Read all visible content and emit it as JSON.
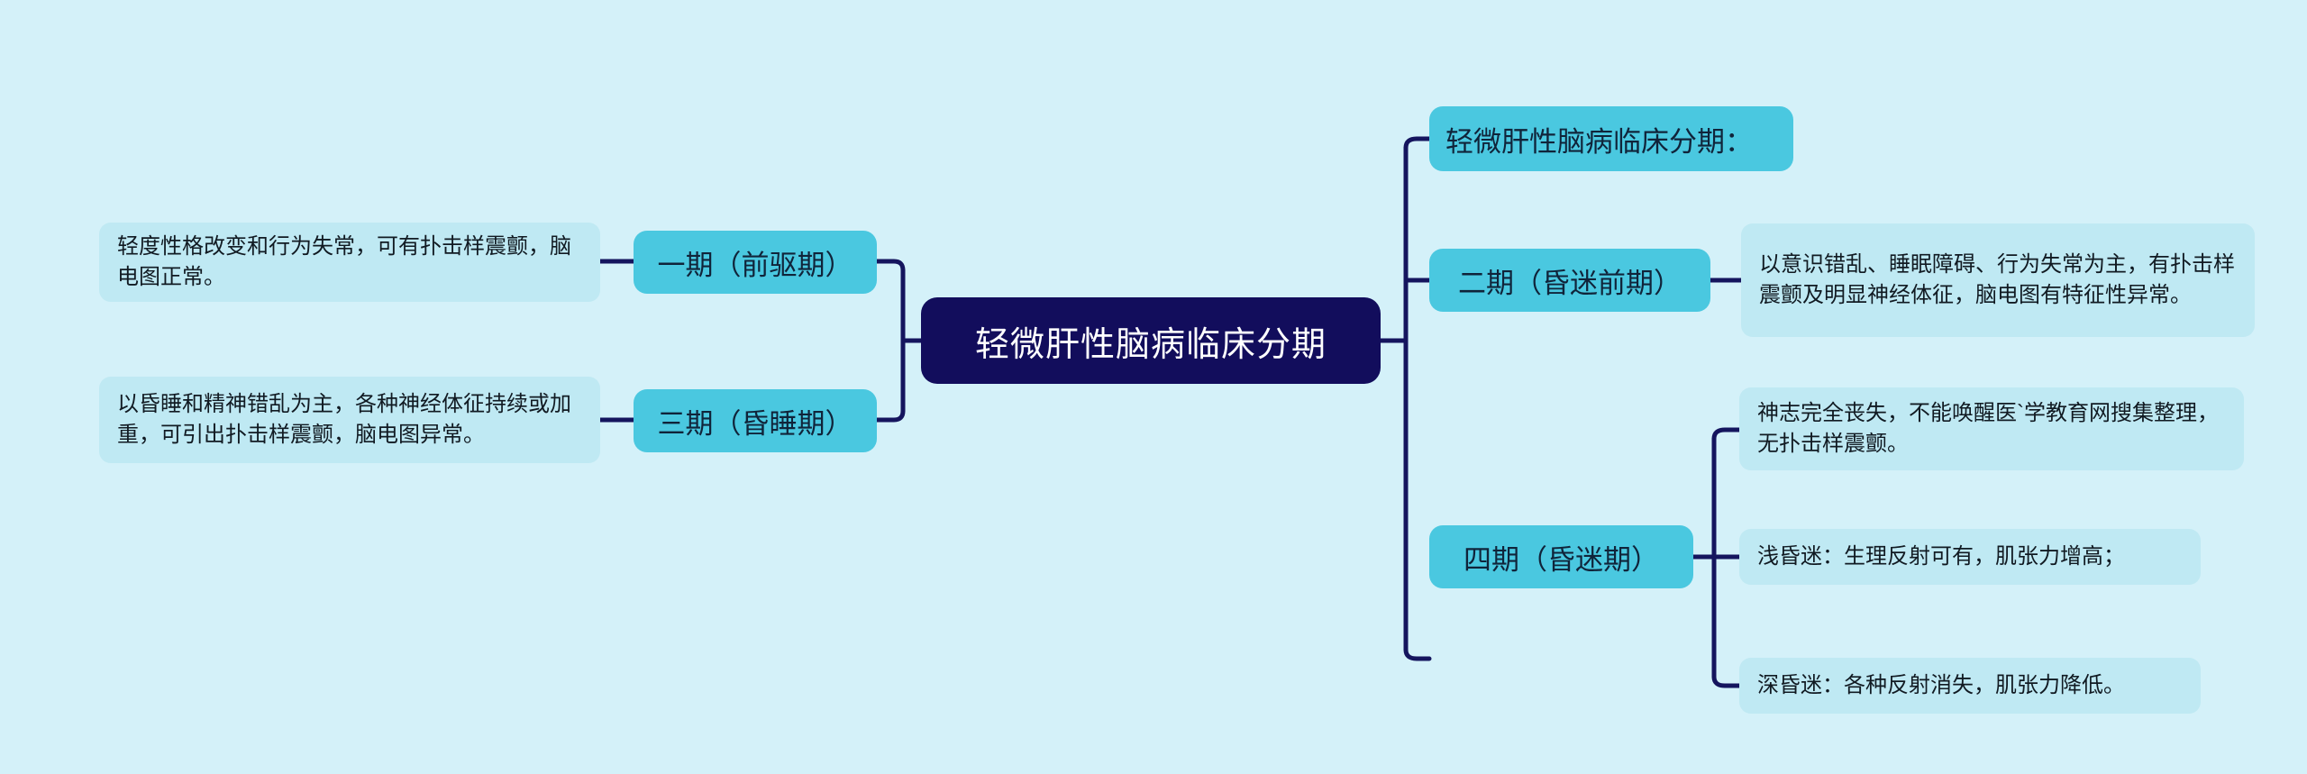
{
  "diagram": {
    "type": "mindmap",
    "background_color": "#d4f1f9",
    "root_color": "#120d5c",
    "branch_color": "#4ac8e0",
    "leaf_color": "#bfe9f3",
    "connector_color": "#15155e",
    "root": {
      "label": "轻微肝性脑病临床分期"
    },
    "left_branches": [
      {
        "label": "一期（前驱期）",
        "detail": "轻度性格改变和行为失常，可有扑击样震颤，脑电图正常。"
      },
      {
        "label": "三期（昏睡期）",
        "detail": "以昏睡和精神错乱为主，各种神经体征持续或加重，可引出扑击样震颤，脑电图异常。"
      }
    ],
    "right_branches": [
      {
        "label": "轻微肝性脑病临床分期：",
        "details": []
      },
      {
        "label": "二期（昏迷前期）",
        "details": [
          "以意识错乱、睡眠障碍、行为失常为主，有扑击样震颤及明显神经体征，脑电图有特征性异常。"
        ]
      },
      {
        "label": "四期（昏迷期）",
        "details": [
          "神志完全丧失，不能唤醒医`学教育网搜集整理，无扑击样震颤。",
          "浅昏迷：生理反射可有，肌张力增高；",
          "深昏迷：各种反射消失，肌张力降低。"
        ]
      }
    ]
  }
}
